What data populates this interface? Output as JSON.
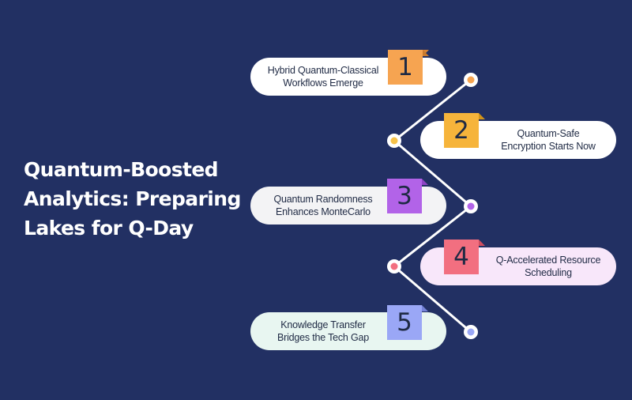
{
  "title": {
    "line1": "Quantum-Boosted",
    "line2": "Analytics: Preparing",
    "line3": "Lakes for Q-Day"
  },
  "steps": [
    {
      "number": "1",
      "line1": "Hybrid Quantum-Classical",
      "line2": "Workflows Emerge",
      "color": "#f6a451"
    },
    {
      "number": "2",
      "line1": "Quantum-Safe",
      "line2": "Encryption Starts Now",
      "color": "#f6b43b"
    },
    {
      "number": "3",
      "line1": "Quantum Randomness",
      "line2": "Enhances MonteCarlo",
      "color": "#b263e8"
    },
    {
      "number": "4",
      "line1": "Q-Accelerated Resource",
      "line2": "Scheduling",
      "color": "#f26f80"
    },
    {
      "number": "5",
      "line1": "Knowledge Transfer",
      "line2": "Bridges the Tech Gap",
      "color": "#9aa7f6"
    }
  ],
  "colors": {
    "background": "#223063",
    "connector": "#ffffff"
  }
}
